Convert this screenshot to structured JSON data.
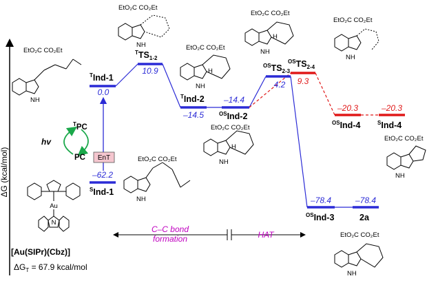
{
  "axis": {
    "ylabel": "ΔG (kcal/mol)"
  },
  "levels": [
    {
      "id": "sInd1",
      "sup": "S",
      "name": "Ind-1",
      "energy": "–62.2",
      "color": "#2b2bd6"
    },
    {
      "id": "tInd1",
      "sup": "T",
      "name": "Ind-1",
      "energy": "0.0",
      "color": "#2b2bd6"
    },
    {
      "id": "tTS12",
      "sup": "T",
      "name": "TS",
      "sub": "1-2",
      "energy": "10.9",
      "color": "#2b2bd6"
    },
    {
      "id": "tInd2",
      "sup": "T",
      "name": "Ind-2",
      "energy": "–14.5",
      "color": "#2b2bd6"
    },
    {
      "id": "osInd2",
      "sup": "OS",
      "name": "Ind-2",
      "energy": "–14.4",
      "color": "#2b2bd6"
    },
    {
      "id": "osTS23",
      "sup": "OS",
      "name": "TS",
      "sub": "2-3",
      "energy": "4.2",
      "color": "#2b2bd6"
    },
    {
      "id": "osInd3",
      "sup": "OS",
      "name": "Ind-3",
      "energy": "–78.4",
      "color": "#2b2bd6"
    },
    {
      "id": "p2a",
      "sup": "",
      "name": "2a",
      "energy": "–78.4",
      "color": "#2b2bd6"
    },
    {
      "id": "osTS24",
      "sup": "OS",
      "name": "TS",
      "sub": "2-4",
      "energy": "9.3",
      "color": "#e01818"
    },
    {
      "id": "osInd4",
      "sup": "OS",
      "name": "Ind-4",
      "energy": "–20.3",
      "color": "#e01818"
    },
    {
      "id": "sInd4",
      "sup": "S",
      "name": "Ind-4",
      "energy": "–20.3",
      "color": "#e01818"
    }
  ],
  "cycle": {
    "hv": "hv",
    "tpc_sup": "T",
    "tpc": "PC",
    "pc": "PC",
    "ent": "EnT"
  },
  "regions": {
    "cc_line1": "C–C bond",
    "cc_line2": "formation",
    "hat": "HAT"
  },
  "catalyst": {
    "name": "[Au(SIPr)(Cbz)]",
    "dgt_prefix": "ΔG",
    "dgt_sub": "T",
    "dgt_value": " = 67.9 kcal/mol"
  },
  "chem_text": {
    "ester_pair": "EtO₂C  CO₂Et",
    "nh": "NH",
    "n": "N",
    "h": "H",
    "au": "Au"
  },
  "colors": {
    "blue": "#2b2bd6",
    "red": "#e01818",
    "green": "#1aa84a",
    "magenta": "#c000c0",
    "ent_fill": "#f5c6cf"
  }
}
